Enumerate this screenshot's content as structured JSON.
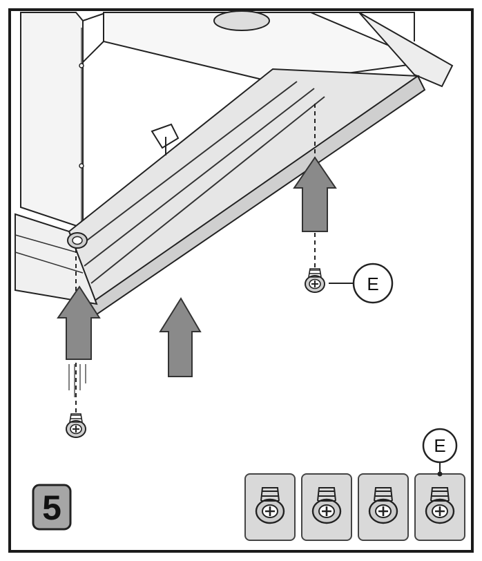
{
  "step": {
    "number": "5"
  },
  "callouts": {
    "screw_label": "E",
    "kit_label": "E"
  },
  "colors": {
    "frame": "#1a1a1a",
    "arrow_fill": "#8a8a8a",
    "panel_fill": "#e6e6e6",
    "kit_tile_fill": "#d9d9d9",
    "step_badge_fill": "#a6a6a6"
  },
  "screw_kit": {
    "count": 4
  }
}
